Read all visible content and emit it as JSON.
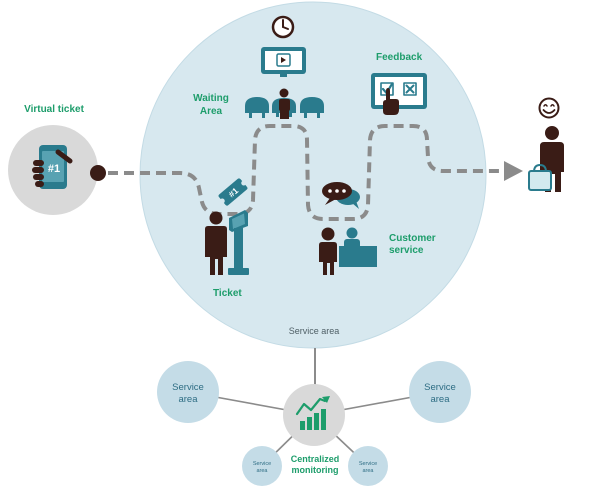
{
  "diagram": {
    "virtual_ticket": {
      "label": "Virtual ticket",
      "phone_text": "#1"
    },
    "waiting_area": {
      "label_lines": [
        "Waiting",
        "Area"
      ]
    },
    "feedback": {
      "label": "Feedback"
    },
    "ticket": {
      "label": "Ticket",
      "ticket_text": "#1"
    },
    "customer_service": {
      "label_lines": [
        "Customer",
        "service"
      ]
    },
    "service_area": {
      "label": "Service area"
    },
    "centralized_monitoring": {
      "label_lines": [
        "Centralized",
        "monitoring"
      ]
    },
    "satellites": [
      {
        "label_lines": [
          "Service",
          "area"
        ]
      },
      {
        "label_lines": [
          "Service",
          "area"
        ]
      },
      {
        "label_lines": [
          "Service",
          "area"
        ]
      },
      {
        "label_lines": [
          "Service",
          "area"
        ]
      }
    ]
  },
  "icons": {
    "virtual_ticket": "smartphone-icon",
    "start": "start-dot-icon",
    "waiting_time": "clock-icon",
    "waiting_screen": "video-screen-icon",
    "waiting_area": "waiting-chairs-icon",
    "feedback": "feedback-board-icon",
    "ticket": "ticket-icon",
    "ticket_kiosk": "ticket-kiosk-icon",
    "customer_service_chat": "speech-bubble-icon",
    "customer_service_desk": "service-desk-icon",
    "satisfaction": "smiley-icon",
    "exit_customer": "shopping-bag-icon",
    "monitoring": "growth-chart-icon"
  },
  "colors": {
    "label_green": "#1d9d6b",
    "teal": "#2a7b8d",
    "teal_light": "#58a2b2",
    "dark_brown": "#3a1c16",
    "service_area_fill": "#d7e8ef",
    "service_area_stroke": "#c3dbe5",
    "satellite_fill": "#c4dce7",
    "satellite_text": "#2e6d84",
    "neutral_gray": "#d9d9d9",
    "path_gray": "#8b8b8b",
    "caption_text": "#4f5f66"
  }
}
